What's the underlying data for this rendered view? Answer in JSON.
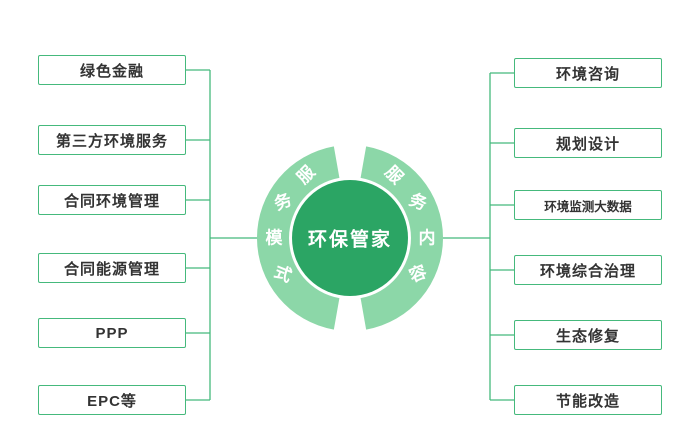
{
  "diagram": {
    "center": {
      "label": "环保管家"
    },
    "left_arc": {
      "label": "服务模式",
      "chars": [
        "服",
        "务",
        "模",
        "式"
      ]
    },
    "right_arc": {
      "label": "服务内容",
      "chars": [
        "服",
        "务",
        "内",
        "容"
      ]
    },
    "left_items": [
      "绿色金融",
      "第三方环境服务",
      "合同环境管理",
      "合同能源管理",
      "PPP",
      "EPC等"
    ],
    "right_items": [
      "环境咨询",
      "规划设计",
      "环境监测大数据",
      "环境综合治理",
      "生态修复",
      "节能改造"
    ],
    "colors": {
      "center_circle": "#2ba564",
      "ring": "#8cd7a8",
      "connector_line": "#45b97c",
      "box_border": "#45b97c",
      "box_text": "#333333",
      "arc_text": "#ffffff"
    }
  }
}
